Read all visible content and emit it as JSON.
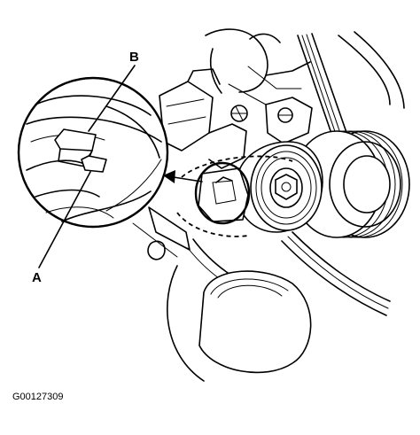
{
  "labels": {
    "callout_a": "A",
    "callout_b": "B",
    "figure_code": "G00127309"
  }
}
